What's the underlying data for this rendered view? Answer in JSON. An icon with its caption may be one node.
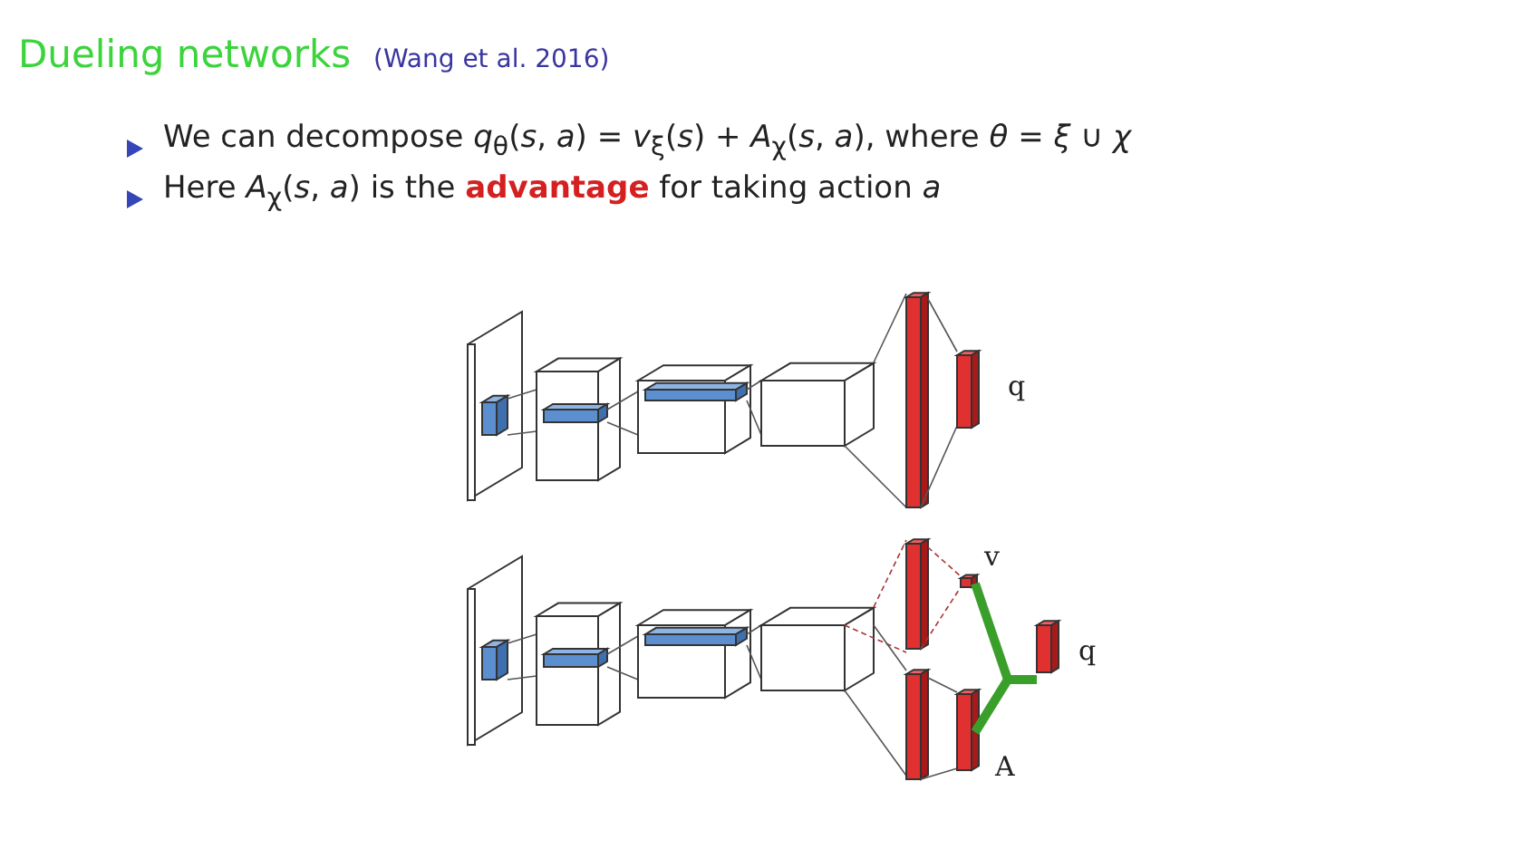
{
  "diagram": {
    "title": "Dueling networks",
    "labels": [
      "(Wang et al. 2016)",
      "We can decompose *q*$_{θ}$(*s*, *a*) = *v*$_{ξ}$(*s*) + *A*$_{χ}$(*s*, *a*), where *θ* = *ξ* ∪ *χ*",
      "Here *A*$_{χ}$(*s*, *a*) is the **advantage** for taking action *a*",
      "q",
      "v",
      "q",
      "A"
    ]
  }
}
